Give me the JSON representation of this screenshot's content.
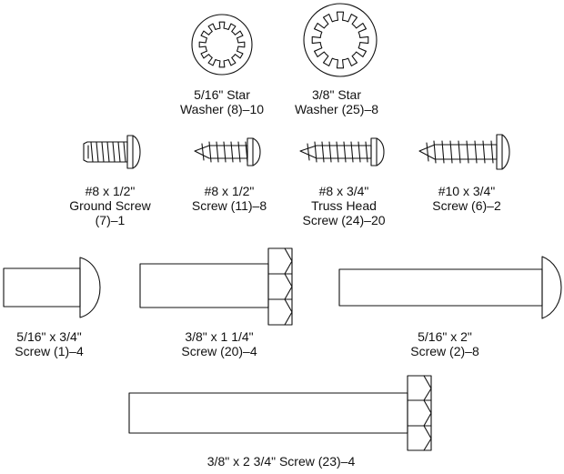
{
  "parts": [
    {
      "id": "star-washer-5-16",
      "lines": [
        "5/16\" Star",
        "Washer (8)–10"
      ]
    },
    {
      "id": "star-washer-3-8",
      "lines": [
        "3/8\" Star",
        "Washer (25)–8"
      ]
    },
    {
      "id": "ground-screw-8-1-2",
      "lines": [
        "#8 x 1/2\"",
        "Ground Screw",
        "(7)–1"
      ]
    },
    {
      "id": "screw-8-1-2",
      "lines": [
        "#8 x 1/2\"",
        "Screw (11)–8"
      ]
    },
    {
      "id": "truss-screw-8-3-4",
      "lines": [
        "#8 x 3/4\"",
        "Truss Head",
        "Screw (24)–20"
      ]
    },
    {
      "id": "screw-10-3-4",
      "lines": [
        "#10 x 3/4\"",
        "Screw (6)–2"
      ]
    },
    {
      "id": "screw-5-16-3-4",
      "lines": [
        "5/16\" x 3/4\"",
        "Screw (1)–4"
      ]
    },
    {
      "id": "screw-3-8-1-1-4",
      "lines": [
        "3/8\" x 1 1/4\"",
        "Screw (20)–4"
      ]
    },
    {
      "id": "screw-5-16-2",
      "lines": [
        "5/16\" x 2\"",
        "Screw (2)–8"
      ]
    },
    {
      "id": "screw-3-8-2-3-4",
      "lines": [
        "3/8\" x 2 3/4\" Screw (23)–4"
      ]
    }
  ]
}
